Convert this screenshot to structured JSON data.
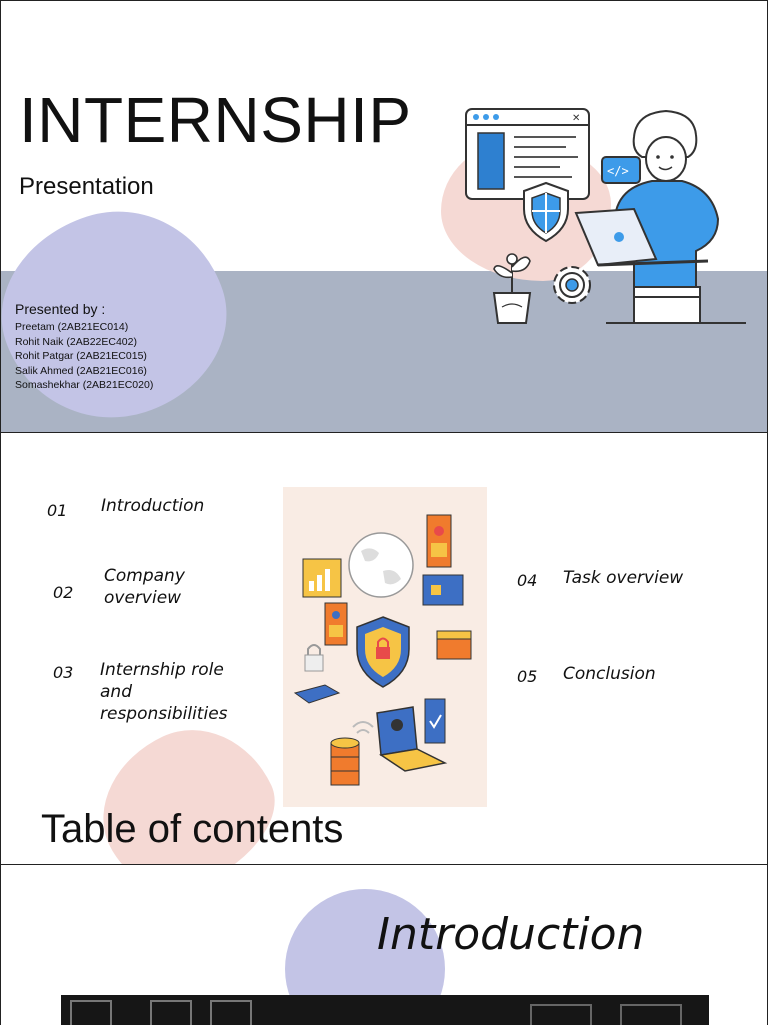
{
  "slide1": {
    "title": "INTERNSHIP",
    "subtitle": "Presentation",
    "presented_by_label": "Presented by :",
    "members": [
      "Preetam (2AB21EC014)",
      "Rohit Naik (2AB22EC402)",
      "Rohit Patgar (2AB21EC015)",
      "Salik Ahmed (2AB21EC016)",
      "Somashekhar (2AB21EC020)"
    ]
  },
  "slide2": {
    "title": "Table of contents",
    "items": [
      {
        "num": "01",
        "label": "Introduction"
      },
      {
        "num": "02",
        "label": "Company overview"
      },
      {
        "num": "03",
        "label": "Internship role and responsibilities"
      },
      {
        "num": "04",
        "label": "Task overview"
      },
      {
        "num": "05",
        "label": "Conclusion"
      }
    ]
  },
  "slide3": {
    "title": "Introduction"
  },
  "colors": {
    "band": "#aab3c4",
    "blob_blue": "#c3c4e6",
    "blob_pink": "#f5d9d4",
    "accent_blue": "#3d9be9",
    "accent_orange": "#f07b2d",
    "accent_yellow": "#f6c445"
  }
}
